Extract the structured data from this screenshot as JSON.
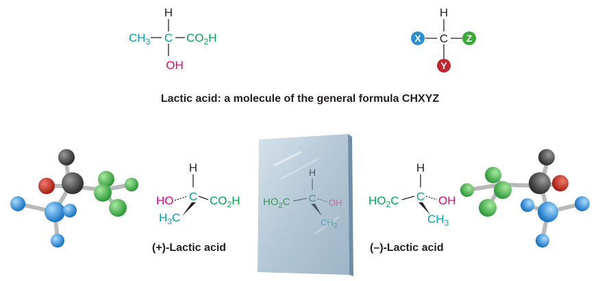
{
  "colors": {
    "carbon_chain": "#00a0b0",
    "bond": "#231f20",
    "hydroxyl": "#e6007e",
    "carboxyl": "#00a651",
    "x_circle": "#2e8fd0",
    "y_circle": "#c1272d",
    "z_circle": "#3aa935",
    "mirror_glass": "#b9cbd8",
    "mirror_edge": "#6f8ea6"
  },
  "top_formula": {
    "h": "H",
    "ch3": "CH3",
    "c": "C",
    "co2h": "CO2H",
    "oh": "OH"
  },
  "general_formula": {
    "h": "H",
    "c": "C",
    "x": "X",
    "y": "Y",
    "z": "Z"
  },
  "caption": "Lactic acid: a molecule of the general formula CHXYZ",
  "plus_lactic": {
    "h": "H",
    "ho": "HO",
    "c": "C",
    "co2h": "CO2H",
    "h3c": "H3C",
    "label": "(+)-Lactic acid"
  },
  "mirror_reflection": {
    "h": "H",
    "ho2c": "HO2C",
    "c": "C",
    "oh": "OH",
    "ch3": "CH3"
  },
  "minus_lactic": {
    "h": "H",
    "ho2c": "HO2C",
    "c": "C",
    "oh": "OH",
    "ch3": "CH3",
    "label": "(–)-Lactic acid"
  }
}
